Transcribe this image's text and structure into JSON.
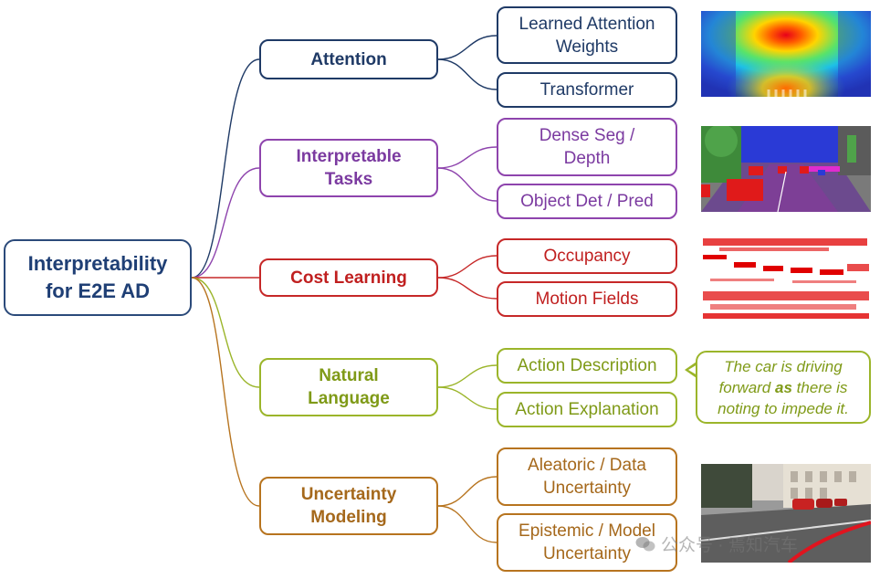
{
  "root": {
    "line1": "Interpretability",
    "line2": "for E2E AD"
  },
  "categories": [
    {
      "id": "attention",
      "lines": [
        "Attention"
      ],
      "color": "#1f3a66",
      "leaves": [
        {
          "lines": [
            "Learned Attention",
            "Weights"
          ]
        },
        {
          "lines": [
            "Transformer"
          ]
        }
      ]
    },
    {
      "id": "interpretable-tasks",
      "lines": [
        "Interpretable",
        "Tasks"
      ],
      "color": "#8e44ad",
      "leaves": [
        {
          "lines": [
            "Dense Seg /",
            "Depth"
          ]
        },
        {
          "lines": [
            "Object Det / Pred"
          ]
        }
      ]
    },
    {
      "id": "cost-learning",
      "lines": [
        "Cost Learning"
      ],
      "color": "#c62828",
      "leaves": [
        {
          "lines": [
            "Occupancy"
          ]
        },
        {
          "lines": [
            "Motion Fields"
          ]
        }
      ]
    },
    {
      "id": "natural-language",
      "lines": [
        "Natural",
        "Language"
      ],
      "color": "#9bb52a",
      "leaves": [
        {
          "lines": [
            "Action Description"
          ]
        },
        {
          "lines": [
            "Action Explanation"
          ]
        }
      ]
    },
    {
      "id": "uncertainty-modeling",
      "lines": [
        "Uncertainty",
        "Modeling"
      ],
      "color": "#b7741f",
      "leaves": [
        {
          "lines": [
            "Aleatoric / Data",
            "Uncertainty"
          ]
        },
        {
          "lines": [
            "Epistemic / Model",
            "Uncertainty"
          ]
        }
      ]
    }
  ],
  "bubble": {
    "line1": "The car is driving",
    "line2_pre": "forward ",
    "line2_bold": "as",
    "line2_post": " there is",
    "line3": "noting to impede it."
  },
  "watermark": {
    "text": "公众号 · 焉知汽车"
  },
  "images": {
    "attention_heatmap": "attention-heatmap-image",
    "segmentation": "semantic-segmentation-image",
    "occupancy": "occupancy-cost-map-image",
    "uncertainty": "street-trajectory-image"
  }
}
